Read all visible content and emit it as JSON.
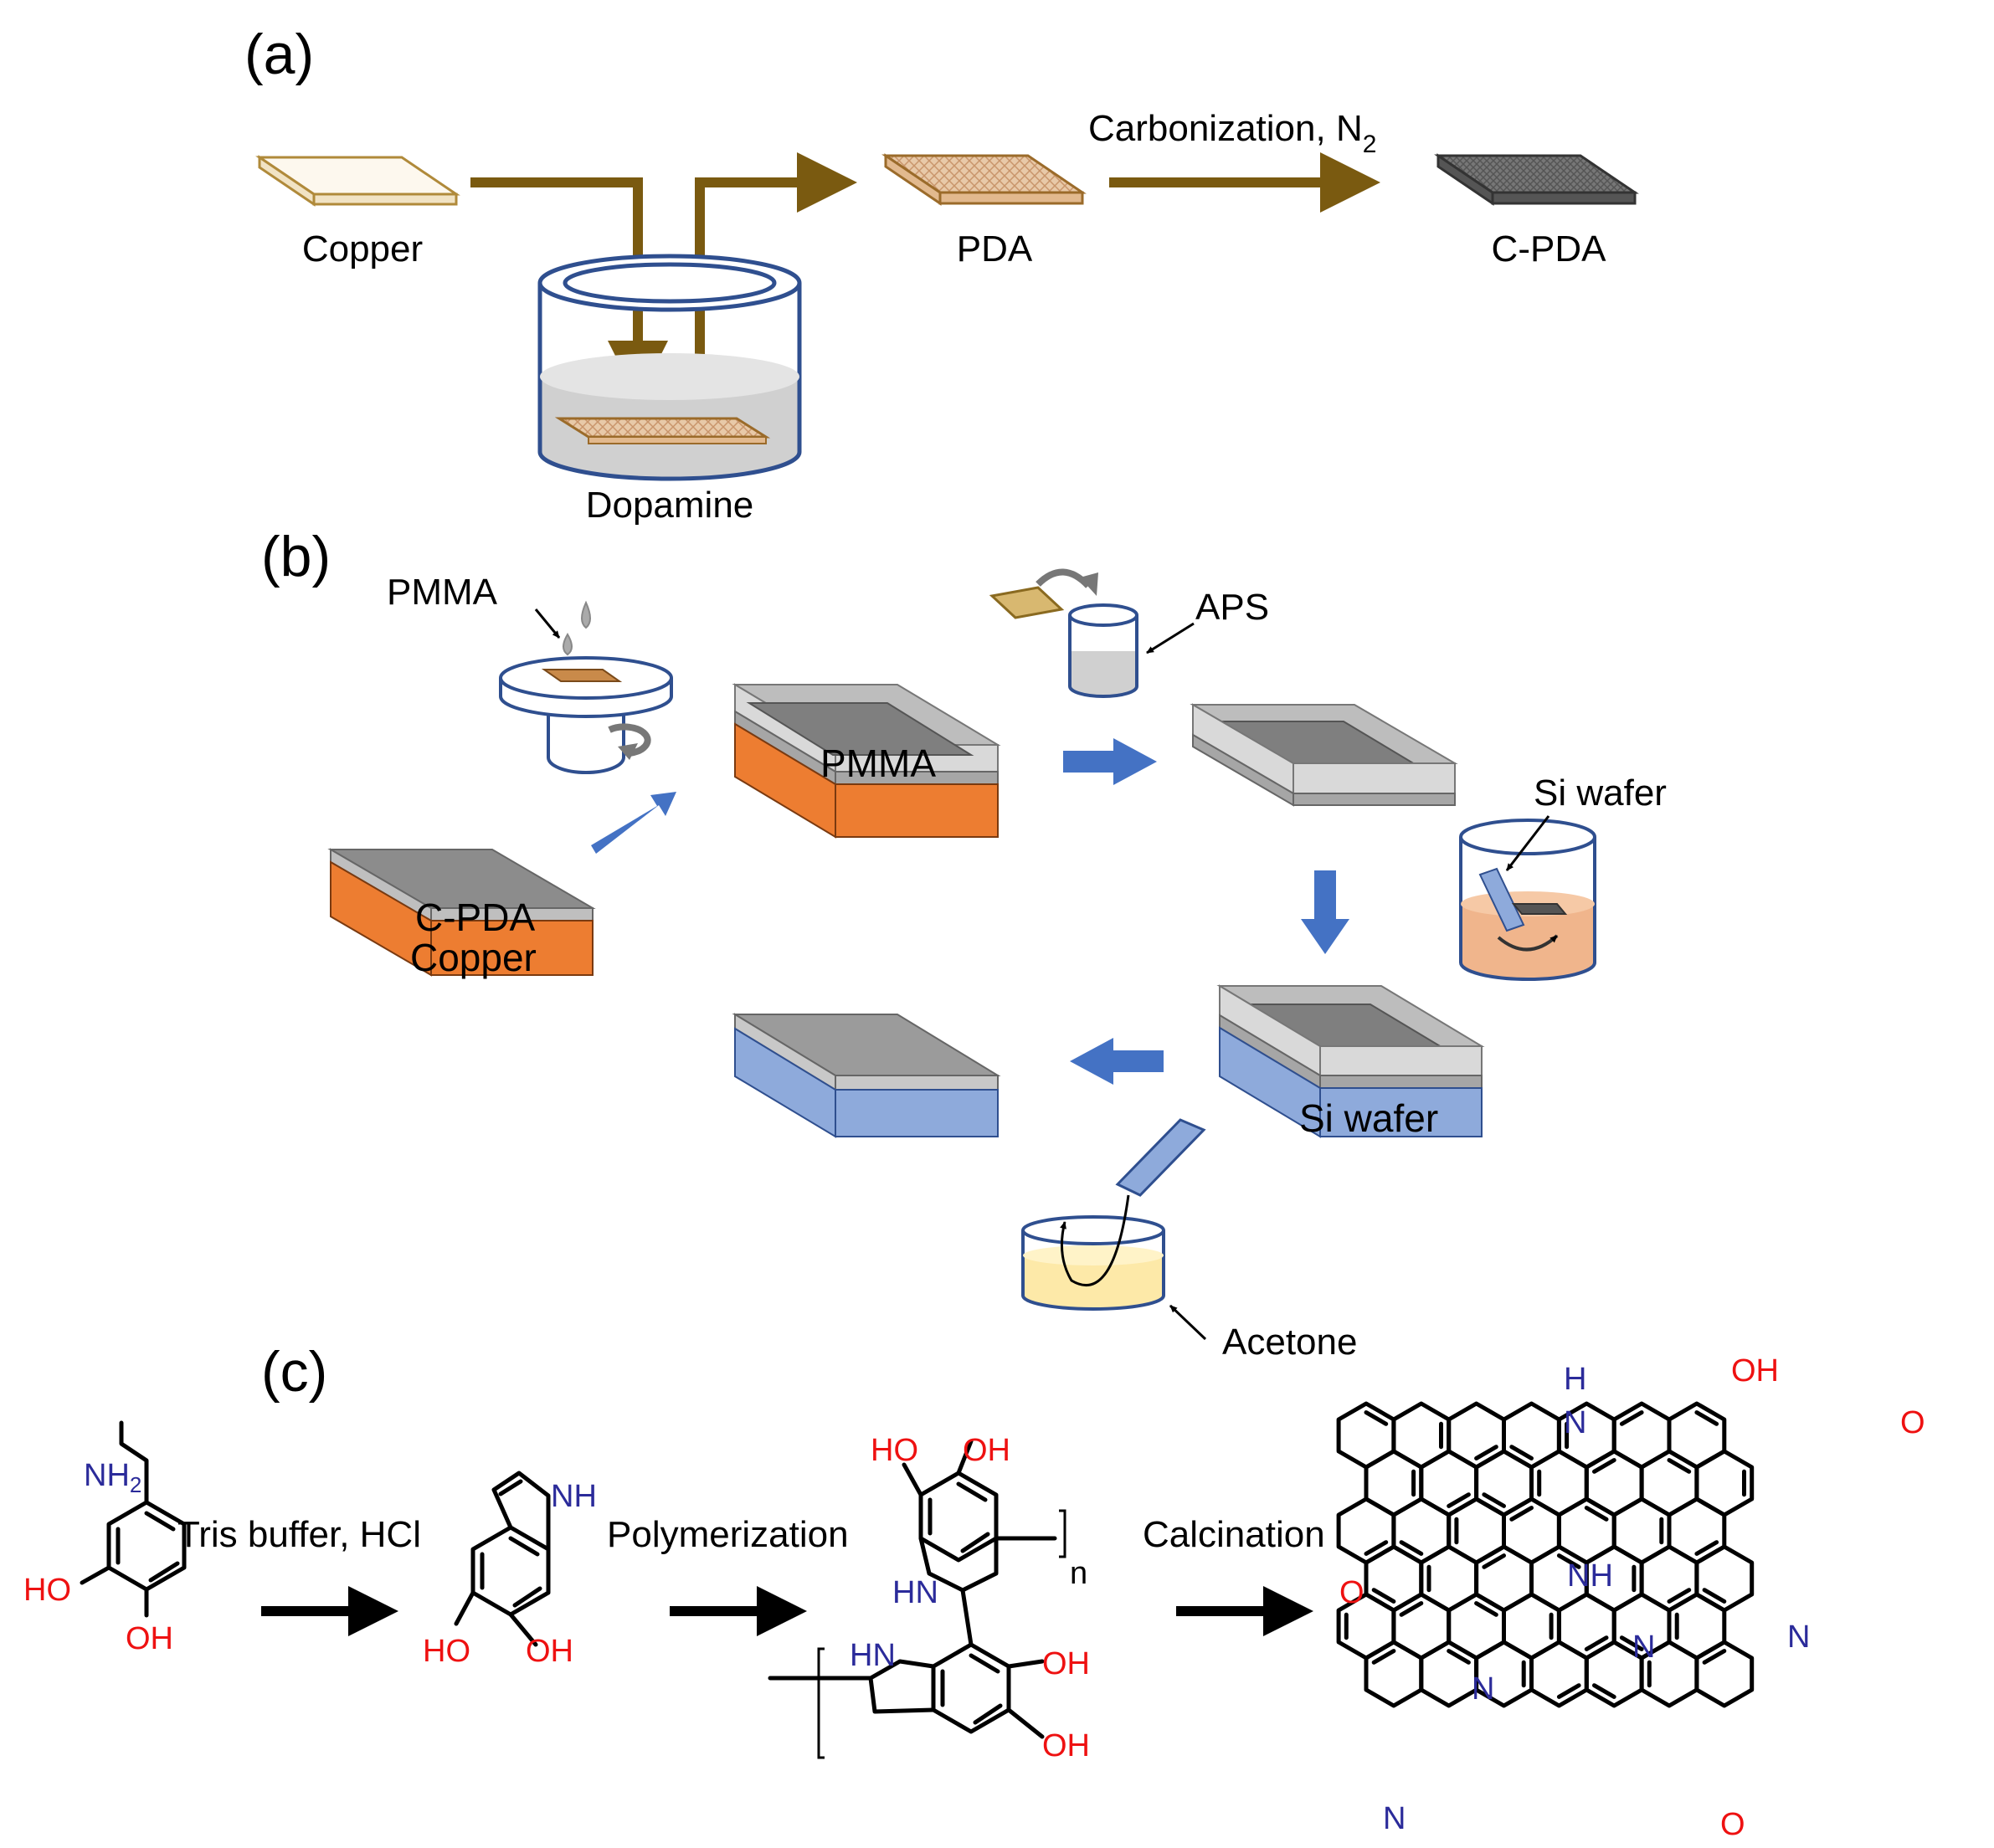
{
  "panels": {
    "a": "(a)",
    "b": "(b)",
    "c": "(c)"
  },
  "panel_a": {
    "copper": "Copper",
    "dopamine": "Dopamine",
    "pda": "PDA",
    "carbonization": "Carbonization, N",
    "carbonization_sub": "2",
    "cpda": "C-PDA"
  },
  "panel_b": {
    "pmma_drop": "PMMA",
    "pmma_layer": "PMMA",
    "cpda_layer": "C-PDA",
    "copper_layer": "Copper",
    "aps": "APS",
    "si_wafer_beaker": "Si wafer",
    "si_wafer_layer": "Si wafer",
    "acetone": "Acetone"
  },
  "panel_c": {
    "step1": "Tris buffer, HCl",
    "step2": "Polymerization",
    "step3": "Calcination",
    "dopamine": {
      "amine": "NH",
      "amine_sub": "2",
      "oh1": "HO",
      "oh2": "OH"
    },
    "indole": {
      "nh": "NH",
      "oh1": "HO",
      "oh2": "OH"
    },
    "polymer": {
      "oh_a": "HO",
      "oh_b": "OH",
      "n": "n",
      "hn_top": "HN",
      "hn_bottom": "HN",
      "oh_c": "OH",
      "oh_d": "OH"
    },
    "carbon": {
      "h": "H",
      "n": "N",
      "oh": "OH",
      "o_right": "O",
      "nh": "NH",
      "o_left": "O",
      "n_center": "N",
      "n_pyrrole": "N",
      "n_right": "N",
      "n_bottom": "N",
      "o_bottom": "O"
    }
  },
  "colors": {
    "arrow_brown": "#7a5a10",
    "arrow_blue": "#4472c4",
    "copper_orange": "#ed7d31",
    "cpda_gray": "#8c8c8c",
    "si_blue": "#8eaadb",
    "heteroatom_red": "#ee1111",
    "heteroatom_blue": "#2b2b9a"
  }
}
